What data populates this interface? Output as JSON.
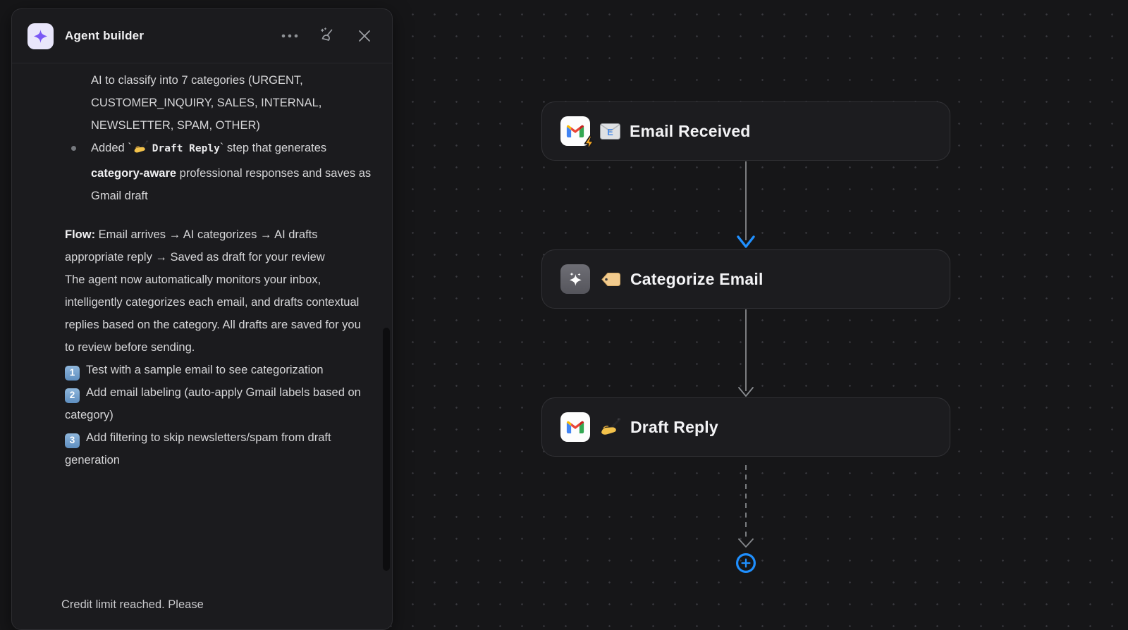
{
  "colors": {
    "accent_blue": "#2090ff",
    "canvas_bg": "#161618",
    "panel_bg": "#1b1b1e",
    "node_bg": "#1c1c1f"
  },
  "panel": {
    "title": "Agent builder",
    "icons": {
      "logo": "purple-sparkle-icon",
      "menu": "ellipsis-icon",
      "clear": "broom-sparkle-icon",
      "close": "close-icon"
    }
  },
  "chat": {
    "bullet_1_text": "AI to classify into 7 categories (URGENT, CUSTOMER_INQUIRY, SALES, INTERNAL, NEWSLETTER, SPAM, OTHER)",
    "bullet_2": {
      "pre": "Added `",
      "code": "Draft Reply",
      "post": "` step that generates ",
      "bold": "category-aware",
      "tail": " professional responses and saves as Gmail draft"
    },
    "flow_label": "Flow:",
    "flow_text": " Email arrives → AI categorizes → AI drafts appropriate reply → Saved as draft for your review",
    "summary_text": "The agent now automatically monitors your inbox, intelligently categorizes each email, and drafts contextual replies based on the category. All drafts are saved for you to review before sending.",
    "steps": [
      {
        "num": "1",
        "text": "Test with a sample email to see categorization"
      },
      {
        "num": "2",
        "text": "Add email labeling (auto-apply Gmail labels based on category)"
      },
      {
        "num": "3",
        "text": "Add filtering to skip newsletters/spam from draft generation"
      }
    ],
    "footer_notice": "Credit limit reached. Please"
  },
  "canvas": {
    "nodes": [
      {
        "label": "Email Received",
        "app_icon": "gmail-icon",
        "badge": "lightning-trigger-icon",
        "emoji": "email-emoji"
      },
      {
        "label": "Categorize Email",
        "app_icon": "ai-sparkle-icon",
        "emoji": "label-tag-emoji"
      },
      {
        "label": "Draft Reply",
        "app_icon": "gmail-icon",
        "emoji": "writing-hand-emoji"
      }
    ]
  }
}
